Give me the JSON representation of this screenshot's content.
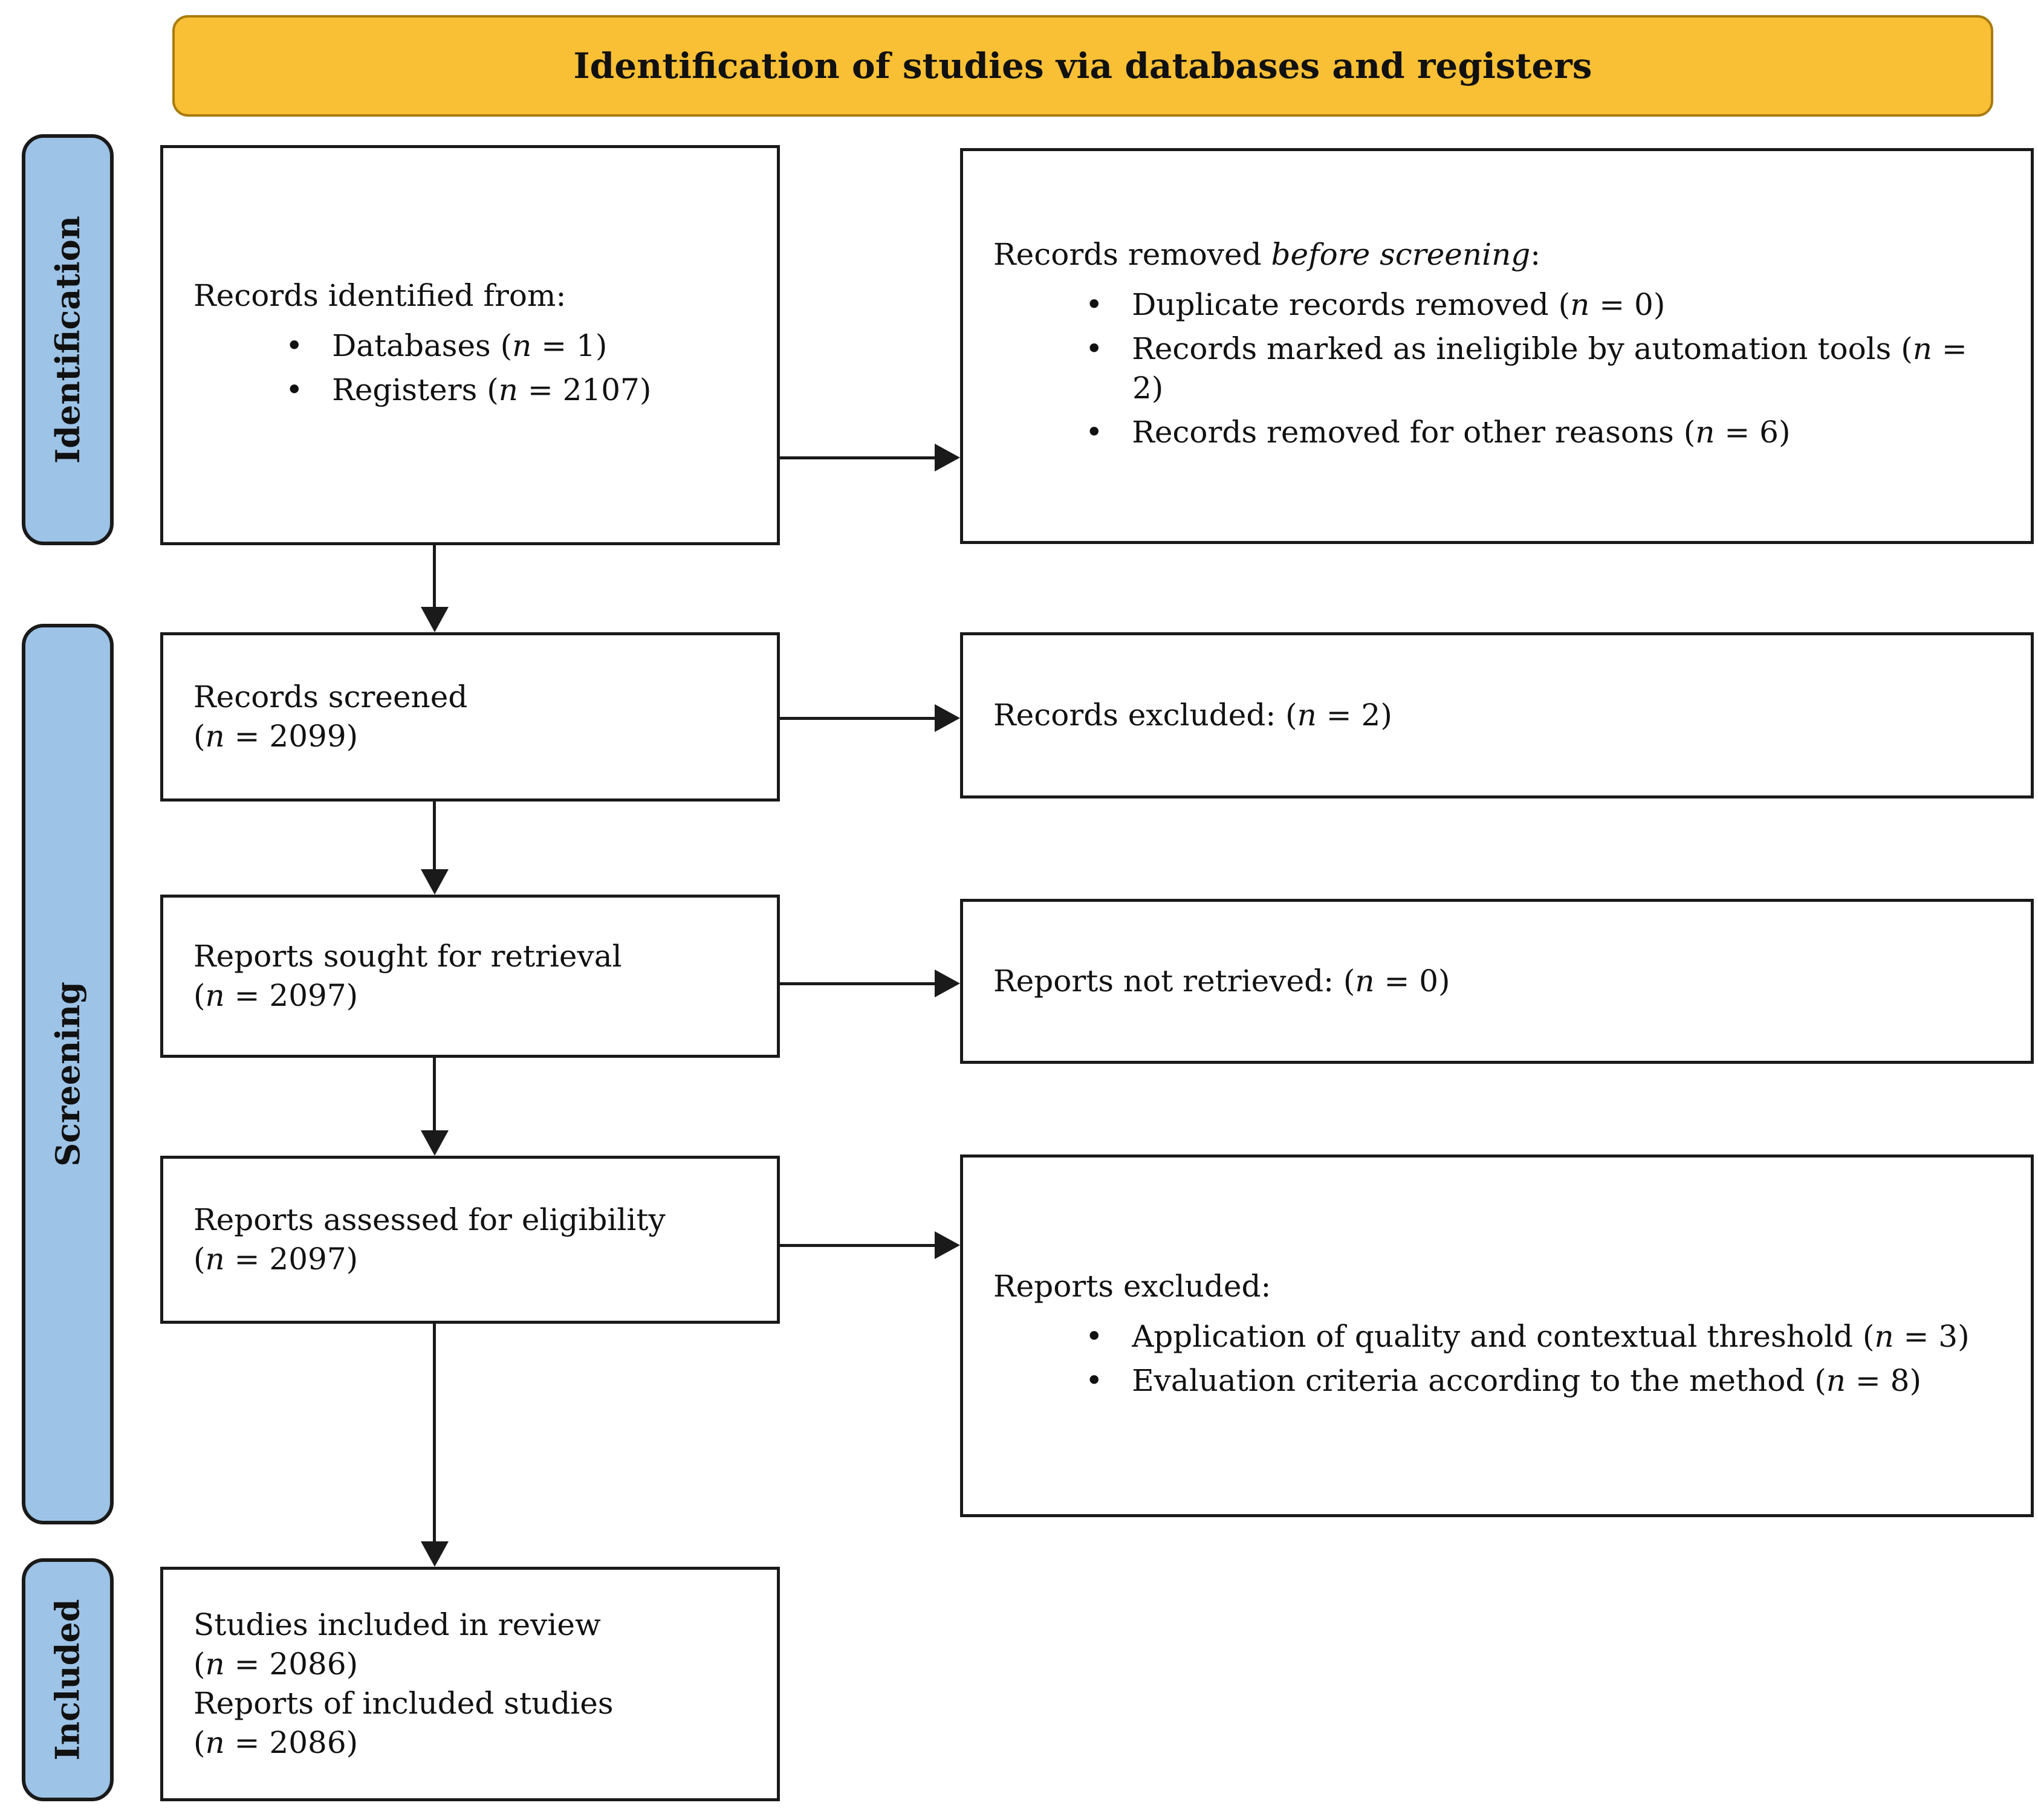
{
  "title": "Identification of studies via databases and registers",
  "stages": {
    "identification": "Identification",
    "screening": "Screening",
    "included": "Included"
  },
  "boxes": {
    "records_identified": {
      "heading": "Records identified from:",
      "bullets": [
        "Databases (*n* = 1)",
        "Registers (*n* = 2107)"
      ]
    },
    "records_removed": {
      "heading": "Records removed *before screening*:",
      "bullets": [
        "Duplicate records removed (*n* = 0)",
        "Records marked as ineligible by automation tools (*n* = 2)",
        "Records removed for other reasons (*n* = 6)"
      ]
    },
    "records_screened": {
      "lines": [
        "Records screened",
        "(*n* = 2099)"
      ]
    },
    "records_excluded": {
      "lines": [
        "Records excluded: (*n* = 2)"
      ]
    },
    "reports_sought": {
      "lines": [
        "Reports sought for retrieval",
        "(*n* = 2097)"
      ]
    },
    "reports_not_retrieved": {
      "lines": [
        "Reports not retrieved: (*n* = 0)"
      ]
    },
    "reports_assessed": {
      "lines": [
        "Reports assessed for eligibility",
        "(*n* = 2097)"
      ]
    },
    "reports_excluded": {
      "heading": "Reports excluded:",
      "bullets": [
        "Application of quality and contextual threshold (*n* = 3)",
        "Evaluation criteria according to the method (*n* = 8)"
      ]
    },
    "studies_included": {
      "lines": [
        "Studies included in review",
        "(*n* = 2086)",
        "Reports of included studies",
        "(*n* = 2086)"
      ]
    }
  },
  "colors": {
    "banner_bg": "#F9BF35",
    "banner_border": "#A87B0F",
    "stage_bg": "#9DC3E6",
    "box_border": "#1a1a1a"
  }
}
